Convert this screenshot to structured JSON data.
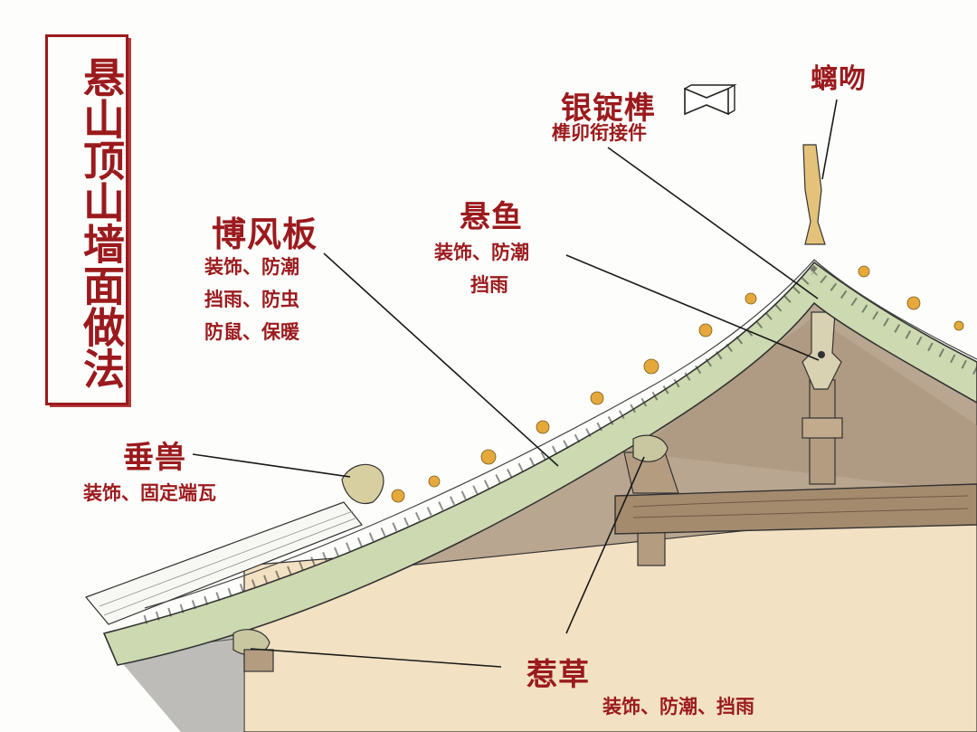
{
  "title": "悬山顶山墙面做法",
  "labels": {
    "chiwen": {
      "name": "螭吻"
    },
    "dingding": {
      "name": "银锭榫",
      "desc": "榫卯衔接件"
    },
    "bofengban": {
      "name": "博风板",
      "desc_lines": [
        "装饰、防潮",
        "挡雨、防虫",
        "防鼠、保暖"
      ]
    },
    "xuanyu": {
      "name": "悬鱼",
      "desc_lines": [
        "装饰、防潮",
        "挡雨"
      ]
    },
    "chuishou": {
      "name": "垂兽",
      "desc": "装饰、固定端瓦"
    },
    "recao": {
      "name": "惹草",
      "desc": "装饰、防潮、挡雨"
    }
  },
  "colors": {
    "accent_red": "#9b1a1d",
    "roof_green": "#cdd9b0",
    "wall_tan": "#f2dfc0",
    "timber_brown": "#a58b6e",
    "gable_shadow": "#b9a690",
    "ornament_gold": "#e5a93b"
  }
}
